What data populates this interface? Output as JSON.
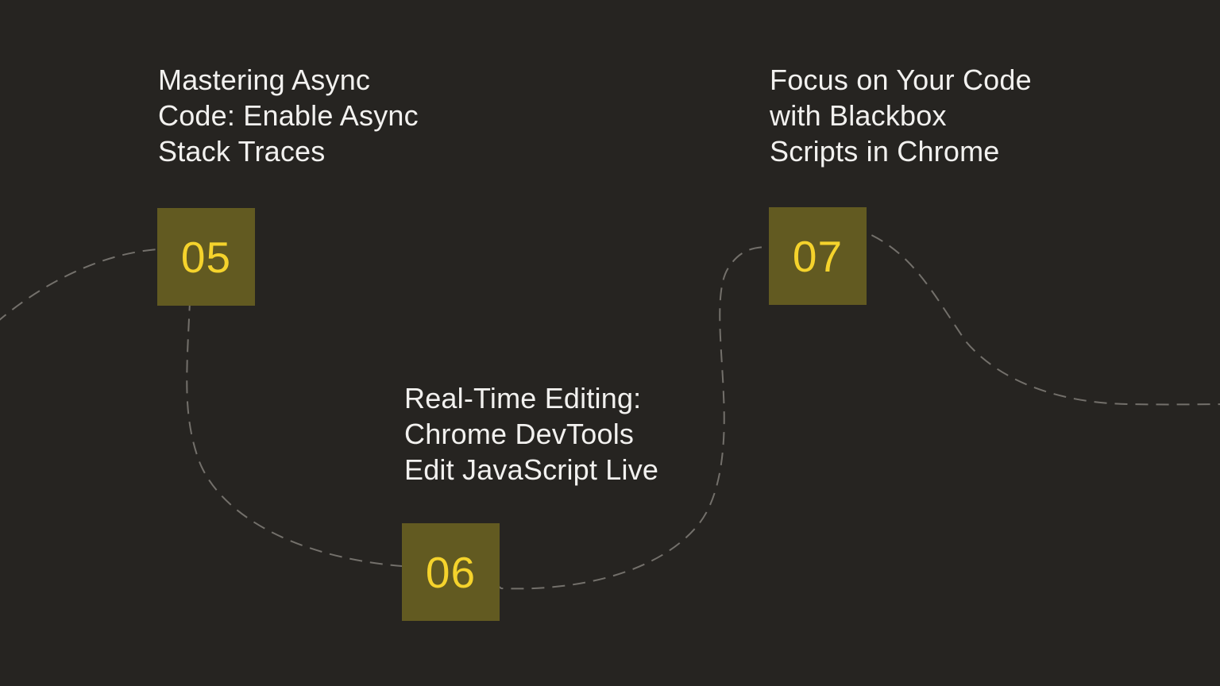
{
  "slide": {
    "background_color": "#262421",
    "accent_box_color": "#625A21",
    "number_color": "#F5D32C",
    "title_color": "#F2F1EF",
    "connector_color": "#817E78"
  },
  "steps": [
    {
      "number": "05",
      "title_lines": [
        "Mastering Async",
        "Code: Enable Async",
        "Stack Traces"
      ]
    },
    {
      "number": "06",
      "title_lines": [
        "Real-Time Editing:",
        "Chrome DevTools",
        "Edit JavaScript Live"
      ]
    },
    {
      "number": "07",
      "title_lines": [
        "Focus on Your Code",
        "with Blackbox",
        "Scripts in Chrome"
      ]
    }
  ]
}
